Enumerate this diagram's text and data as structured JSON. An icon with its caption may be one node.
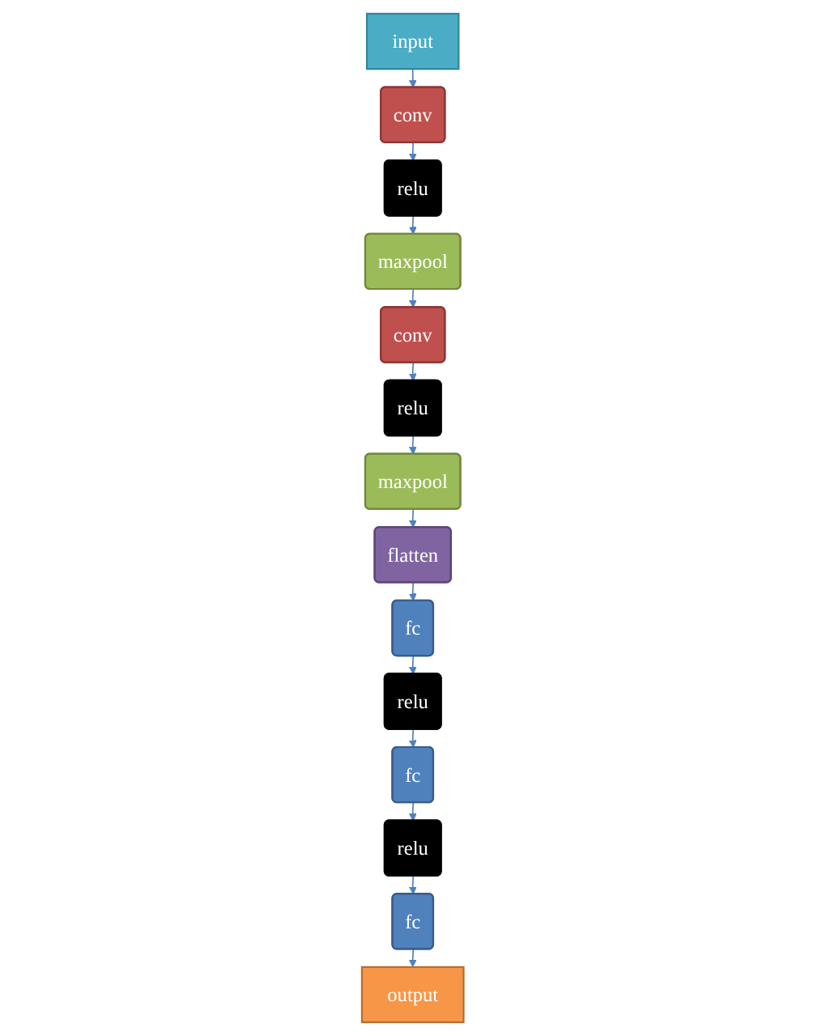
{
  "diagram": {
    "nodes": [
      {
        "text": [
          "input"
        ]
      },
      {
        "text": [
          "conv"
        ]
      },
      {
        "text": [
          "relu"
        ]
      },
      {
        "text": [
          "maxpool"
        ]
      },
      {
        "text": [
          "conv"
        ]
      },
      {
        "text": [
          "relu"
        ]
      },
      {
        "text": [
          "maxpool"
        ]
      },
      {
        "text": [
          "flatten"
        ]
      },
      {
        "text": [
          "fc"
        ]
      },
      {
        "text": [
          "relu"
        ]
      },
      {
        "text": [
          "fc"
        ]
      },
      {
        "text": [
          "relu"
        ]
      },
      {
        "text": [
          "fc"
        ]
      },
      {
        "text": [
          "output"
        ]
      }
    ],
    "edges": [
      {
        "from": 0,
        "to": 1,
        "arrow": "to"
      },
      {
        "from": 1,
        "to": 2,
        "arrow": "to"
      },
      {
        "from": 2,
        "to": 3,
        "arrow": "to"
      },
      {
        "from": 3,
        "to": 4,
        "arrow": "to"
      },
      {
        "from": 4,
        "to": 5,
        "arrow": "to"
      },
      {
        "from": 5,
        "to": 6,
        "arrow": "to"
      },
      {
        "from": 6,
        "to": 7,
        "arrow": "to"
      },
      {
        "from": 7,
        "to": 8,
        "arrow": "to"
      },
      {
        "from": 8,
        "to": 9,
        "arrow": "to"
      },
      {
        "from": 9,
        "to": 10,
        "arrow": "to"
      },
      {
        "from": 10,
        "to": 11,
        "arrow": "to"
      },
      {
        "from": 11,
        "to": 12,
        "arrow": "to"
      },
      {
        "from": 12,
        "to": 13,
        "arrow": "to"
      }
    ]
  }
}
